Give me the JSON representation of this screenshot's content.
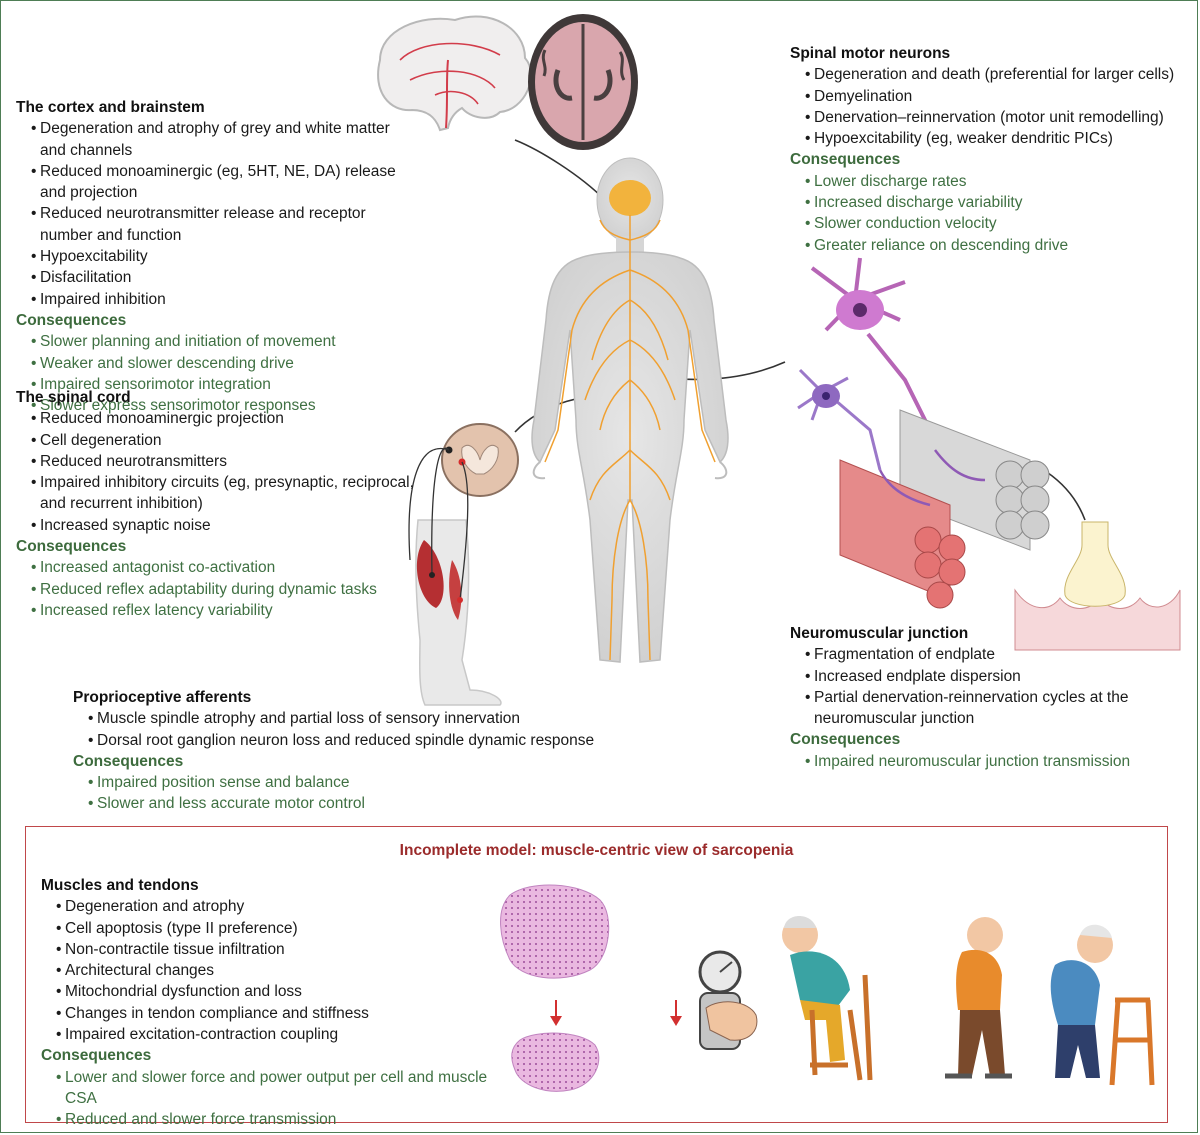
{
  "colors": {
    "frame": "#4e7d55",
    "consequence_text": "#3f7042",
    "incomplete_box": "#c0484a",
    "nerve": "#f0a030",
    "muscle": "#e46464"
  },
  "cortex": {
    "title": "The cortex and brainstem",
    "items": [
      "Degeneration and atrophy of grey and white matter and channels",
      "Reduced monoaminergic (eg, 5HT, NE, DA) release and projection",
      "Reduced neurotransmitter release and receptor number and function",
      "Hypoexcitability",
      "Disfacilitation",
      "Impaired inhibition"
    ],
    "cons_label": "Consequences",
    "cons": [
      "Slower planning and initiation of movement",
      "Weaker and slower descending drive",
      "Impaired sensorimotor integration",
      "Slower express sensorimotor responses"
    ]
  },
  "spinal_cord": {
    "title": "The spinal cord",
    "items": [
      "Reduced monoaminergic projection",
      "Cell degeneration",
      "Reduced neurotransmitters",
      "Impaired inhibitory circuits (eg, presynaptic, reciprocal, and recurrent inhibition)",
      "Increased synaptic noise"
    ],
    "cons_label": "Consequences",
    "cons": [
      "Increased antagonist co-activation",
      "Reduced reflex adaptability during dynamic tasks",
      "Increased reflex latency variability"
    ]
  },
  "motor_neurons": {
    "title": "Spinal motor neurons",
    "items": [
      "Degeneration and death (preferential for larger cells)",
      "Demyelination",
      "Denervation–reinnervation (motor unit remodelling)",
      "Hypoexcitability (eg, weaker dendritic PICs)"
    ],
    "cons_label": "Consequences",
    "cons": [
      "Lower discharge rates",
      "Increased discharge variability",
      "Slower conduction velocity",
      "Greater reliance on descending drive"
    ]
  },
  "nmj": {
    "title": "Neuromuscular junction",
    "items": [
      "Fragmentation of endplate",
      "Increased endplate dispersion",
      "Partial denervation-reinnervation cycles at the neuromuscular junction"
    ],
    "cons_label": "Consequences",
    "cons": [
      "Impaired neuromuscular junction transmission"
    ]
  },
  "proprio": {
    "title": "Proprioceptive afferents",
    "items": [
      "Muscle spindle atrophy and partial loss of sensory innervation",
      "Dorsal root ganglion neuron loss and reduced spindle dynamic response"
    ],
    "cons_label": "Consequences",
    "cons": [
      "Impaired position sense and balance",
      "Slower and less accurate motor control"
    ]
  },
  "incomplete": {
    "title": "Incomplete model: muscle-centric view of sarcopenia",
    "muscles": {
      "title": "Muscles and tendons",
      "items": [
        "Degeneration and atrophy",
        "Cell apoptosis (type II preference)",
        "Non-contractile tissue infiltration",
        "Architectural changes",
        "Mitochondrial dysfunction and loss",
        "Changes in tendon compliance and stiffness",
        "Impaired excitation-contraction coupling"
      ],
      "cons_label": "Consequences",
      "cons": [
        "Lower and slower force and power output per cell and muscle CSA",
        "Reduced and slower force transmission"
      ]
    }
  }
}
